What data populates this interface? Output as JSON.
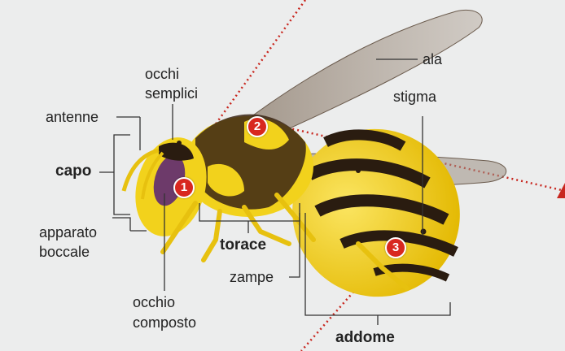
{
  "labels": {
    "occhi_semplici_1": "occhi",
    "occhi_semplici_2": "semplici",
    "antenne": "antenne",
    "capo": "capo",
    "apparato_1": "apparato",
    "apparato_2": "boccale",
    "torace": "torace",
    "zampe": "zampe",
    "occhio_1": "occhio",
    "occhio_2": "composto",
    "addome": "addome",
    "ala": "ala",
    "stigma": "stigma"
  },
  "badges": {
    "b1": "1",
    "b2": "2",
    "b3": "3"
  },
  "colors": {
    "background": "#eceded",
    "wasp_yellow": "#f2d21c",
    "wasp_black": "#2a1c10",
    "dotted_line": "#c8271f",
    "badge": "#d8281f"
  }
}
